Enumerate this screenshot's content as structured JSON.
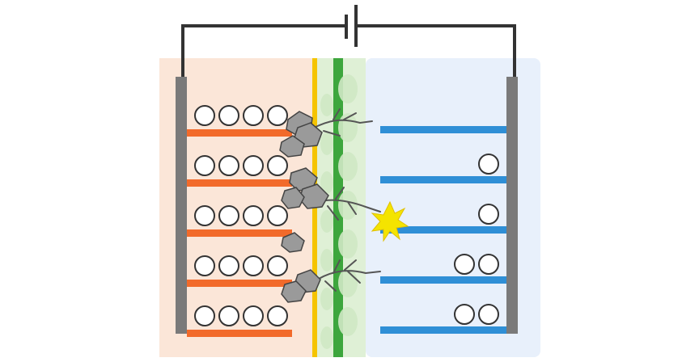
{
  "diagram": {
    "subject": "lithium-battery-dendrite-short-circuit",
    "colors": {
      "anode_region": "#fbe6d8",
      "cathode_region": "#e8f0fb",
      "electrode_plate": "#7a7a7a",
      "anode_layer": "#f26a2a",
      "cathode_layer": "#2f8fd6",
      "separator_yellow": "#f5c400",
      "separator_green": "#3da63d",
      "separator_light": "#cfe8c4",
      "dendrite": "#8a8a8a",
      "spark": "#f4e400",
      "wire": "#333333"
    },
    "anode_layers": [
      {
        "ions": 4
      },
      {
        "ions": 4
      },
      {
        "ions": 4
      },
      {
        "ions": 4
      },
      {
        "ions": 4
      }
    ],
    "cathode_layers": [
      {
        "ions": 0
      },
      {
        "ions": 1
      },
      {
        "ions": 1
      },
      {
        "ions": 2
      },
      {
        "ions": 2
      }
    ],
    "spark_icon": "spark-icon",
    "battery_icon": "battery-symbol-icon"
  }
}
